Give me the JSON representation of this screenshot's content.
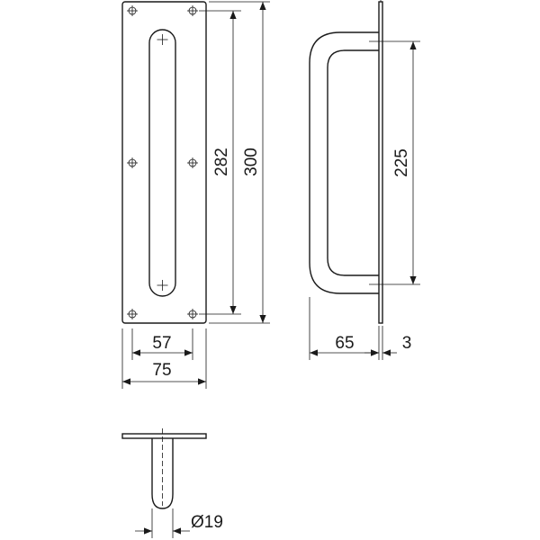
{
  "drawing": {
    "plate_width_label": "75",
    "slot_spacing_label": "57",
    "inner_height_label": "282",
    "plate_height_label": "300",
    "handle_centers_label": "225",
    "projection_label": "65",
    "thickness_label": "3",
    "diameter_label": "Ø19"
  },
  "colors": {
    "line": "#1a1a1a",
    "background": "#ffffff"
  }
}
